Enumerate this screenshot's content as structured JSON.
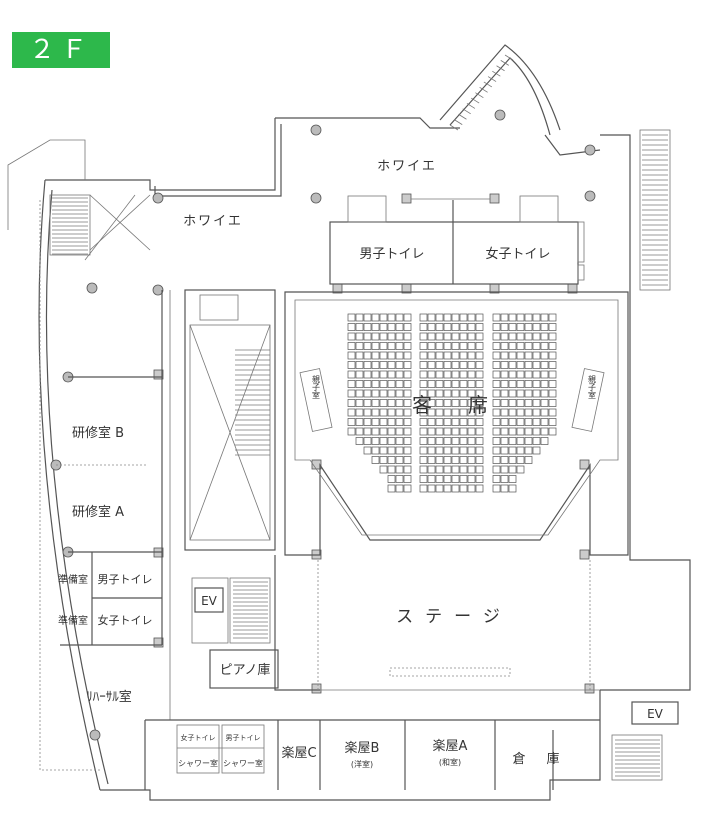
{
  "floor": {
    "label": "２Ｆ",
    "color": "#2db84b"
  },
  "rooms": {
    "foyer_top": "ホワイエ",
    "foyer_left": "ホワイエ",
    "mens_toilet": "男子トイレ",
    "womens_toilet": "女子トイレ",
    "seating": "客　席",
    "parent_child_left": "親子室",
    "parent_child_right": "親子室",
    "stage": "ステージ",
    "training_b": "研修室 B",
    "training_a": "研修室 A",
    "prep_room_1": "準備室",
    "prep_room_2": "準備室",
    "mens_toilet_small": "男子トイレ",
    "womens_toilet_small": "女子トイレ",
    "ev_left": "EV",
    "piano_storage": "ピアノ庫",
    "rehearsal": "ﾘﾊｰｻﾙ室",
    "womens_toilet_mini": "女子トイレ",
    "mens_toilet_mini": "男子トイレ",
    "shower_1": "シャワー室",
    "shower_2": "シャワー室",
    "dressing_c": "楽屋C",
    "dressing_b": "楽屋B",
    "dressing_b_note": "(洋室)",
    "dressing_a": "楽屋A",
    "dressing_a_note": "(和室)",
    "storage": "倉　庫",
    "ev_right": "EV"
  }
}
